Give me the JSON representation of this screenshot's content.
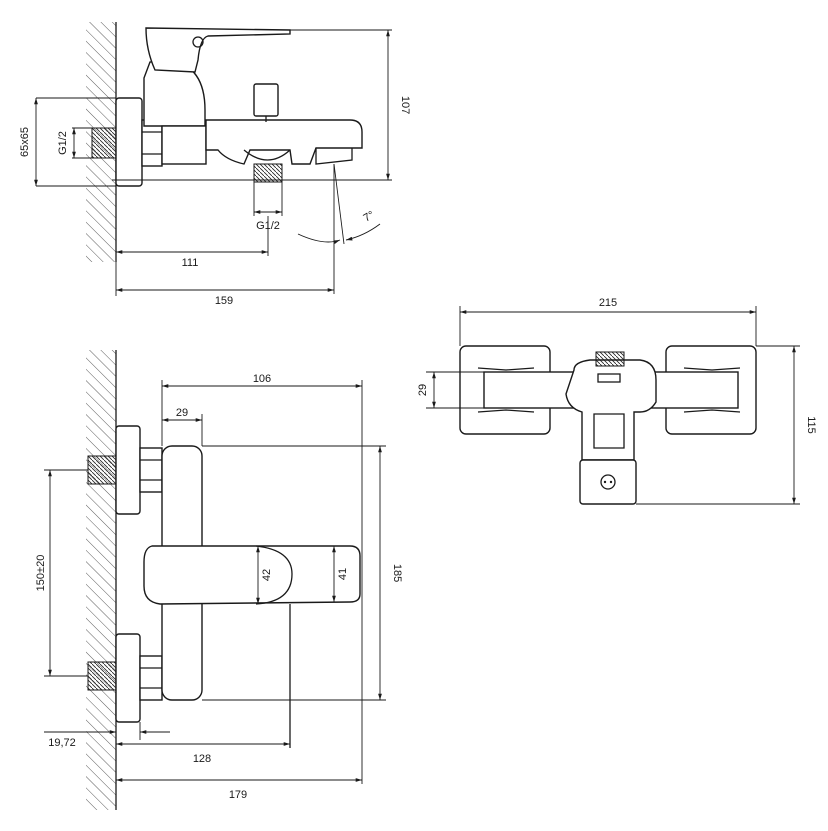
{
  "side_view": {
    "dim_wall_plate": "65x65",
    "dim_inlet_thread": "G1/2",
    "dim_outlet_thread": "G1/2",
    "dim_height": "107",
    "dim_angle": "7°",
    "dim_outlet_distance": "111",
    "dim_spout_length": "159"
  },
  "front_view": {
    "dim_body_width": "106",
    "dim_body_offset": "29",
    "dim_handle_height": "42",
    "dim_handle_tip": "41",
    "dim_body_height": "185",
    "dim_inlet_spacing": "150±20",
    "dim_plate_depth": "19,72",
    "dim_handle_reach": "128",
    "dim_total_depth": "179"
  },
  "top_view": {
    "dim_total_width": "215",
    "dim_plate_side": "29",
    "dim_depth": "115"
  }
}
